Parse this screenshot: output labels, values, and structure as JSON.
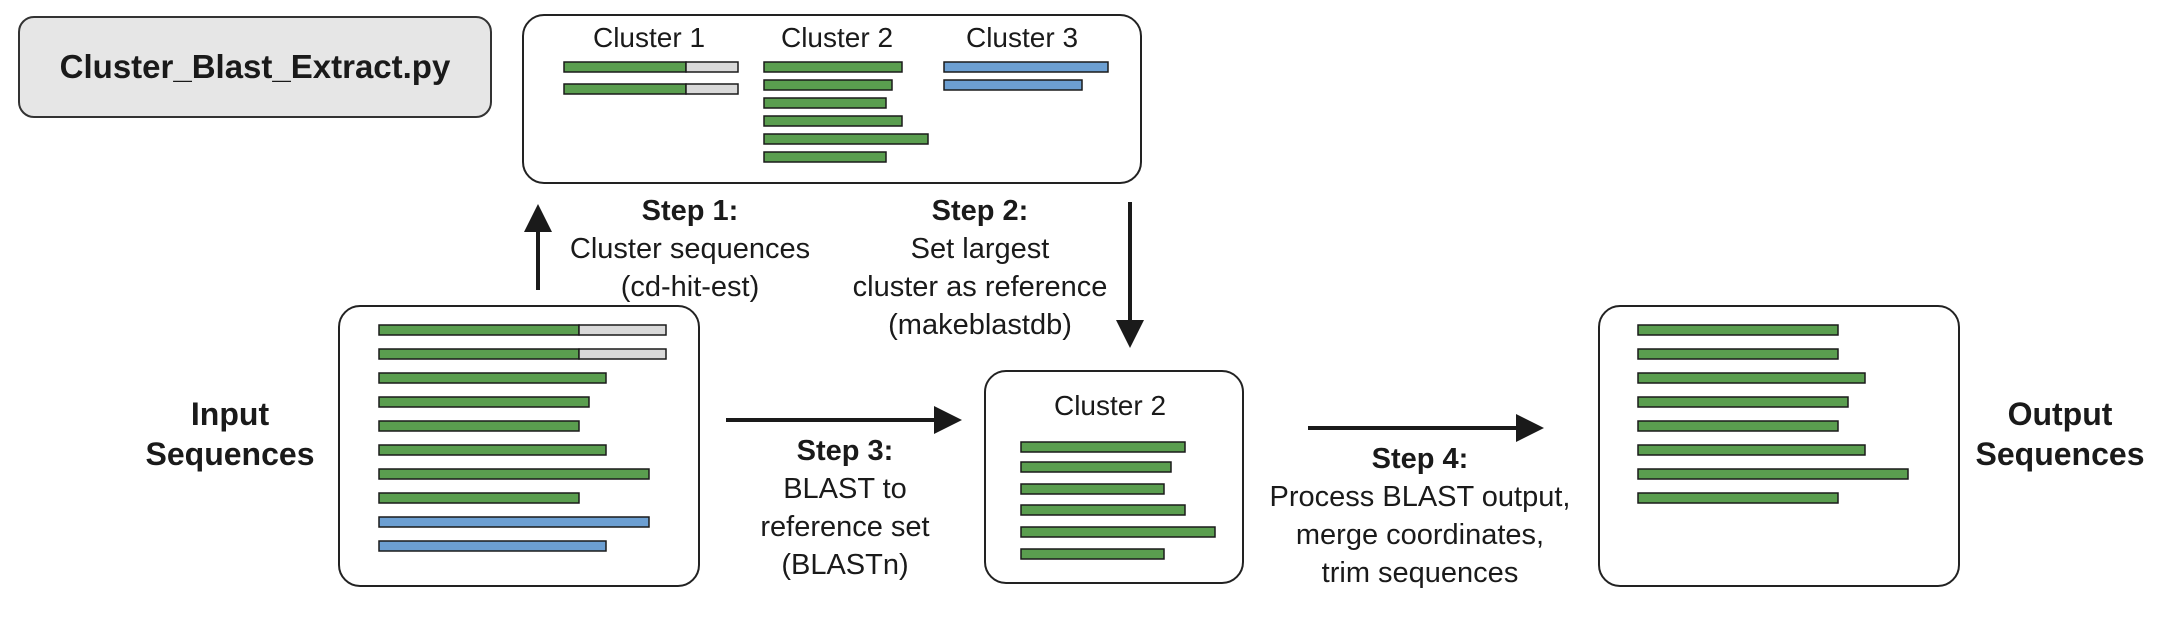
{
  "title": "Cluster_Blast_Extract.py",
  "side_labels": {
    "input": [
      "Input",
      "Sequences"
    ],
    "output": [
      "Output",
      "Sequences"
    ]
  },
  "clusters_box": {
    "cluster1": "Cluster 1",
    "cluster2": "Cluster 2",
    "cluster3": "Cluster 3"
  },
  "reference_box": {
    "title": "Cluster 2"
  },
  "steps": {
    "step1": {
      "heading": "Step 1:",
      "lines": [
        "Cluster sequences",
        "(cd-hit-est)"
      ]
    },
    "step2": {
      "heading": "Step 2:",
      "lines": [
        "Set largest",
        "cluster as reference",
        "(makeblastdb)"
      ]
    },
    "step3": {
      "heading": "Step 3:",
      "lines": [
        "BLAST to",
        "reference set",
        "(BLASTn)"
      ]
    },
    "step4": {
      "heading": "Step 4:",
      "lines": [
        "Process BLAST output,",
        "merge coordinates,",
        "trim sequences"
      ]
    }
  },
  "colors": {
    "green": "#5a9e4f",
    "blue": "#6c9fd2",
    "gray": "#d9d9d9",
    "title_bg": "#e6e6e6"
  }
}
